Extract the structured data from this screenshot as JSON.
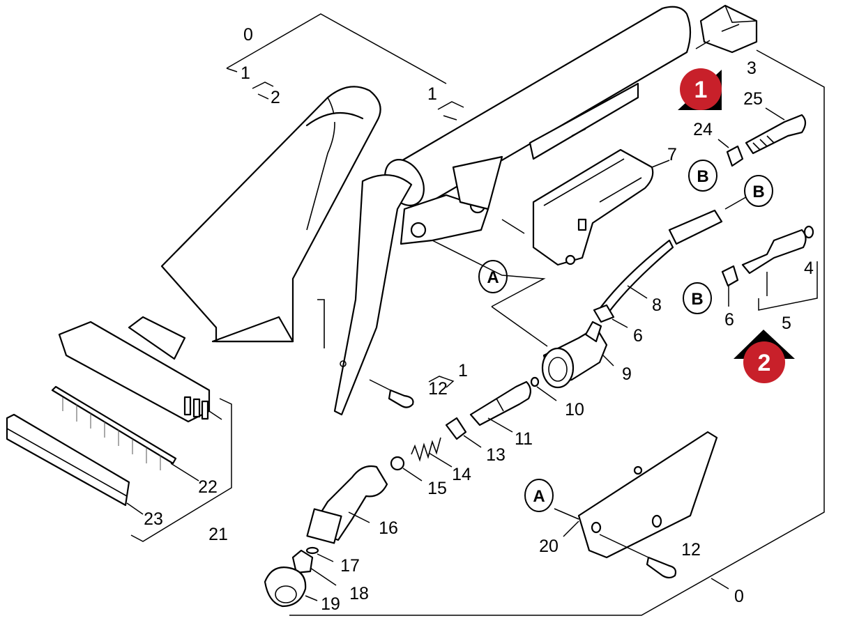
{
  "labels": {
    "p0_top": "0",
    "p1_top_left": "1",
    "p2": "2",
    "p1_top_mid": "1",
    "p3": "3",
    "p25": "25",
    "p24": "24",
    "p7": "7",
    "p4": "4",
    "p8": "8",
    "p6_upper": "6",
    "p6_lower": "6",
    "p5": "5",
    "p9": "9",
    "p1_screw": "1",
    "p12_upper": "12",
    "p10": "10",
    "p11": "11",
    "p13": "13",
    "p14": "14",
    "p15": "15",
    "p16": "16",
    "p17": "17",
    "p18": "18",
    "p19": "19",
    "p20": "20",
    "p12_lower": "12",
    "p0_bottom": "0",
    "p21": "21",
    "p22": "22",
    "p23": "23"
  },
  "callouts": {
    "a_upper": "A",
    "a_lower": "A",
    "b_upper_left": "B",
    "b_upper_right": "B",
    "b_lower": "B"
  },
  "badges": {
    "badge1": "1",
    "badge2": "2",
    "color": "#c8202a"
  }
}
